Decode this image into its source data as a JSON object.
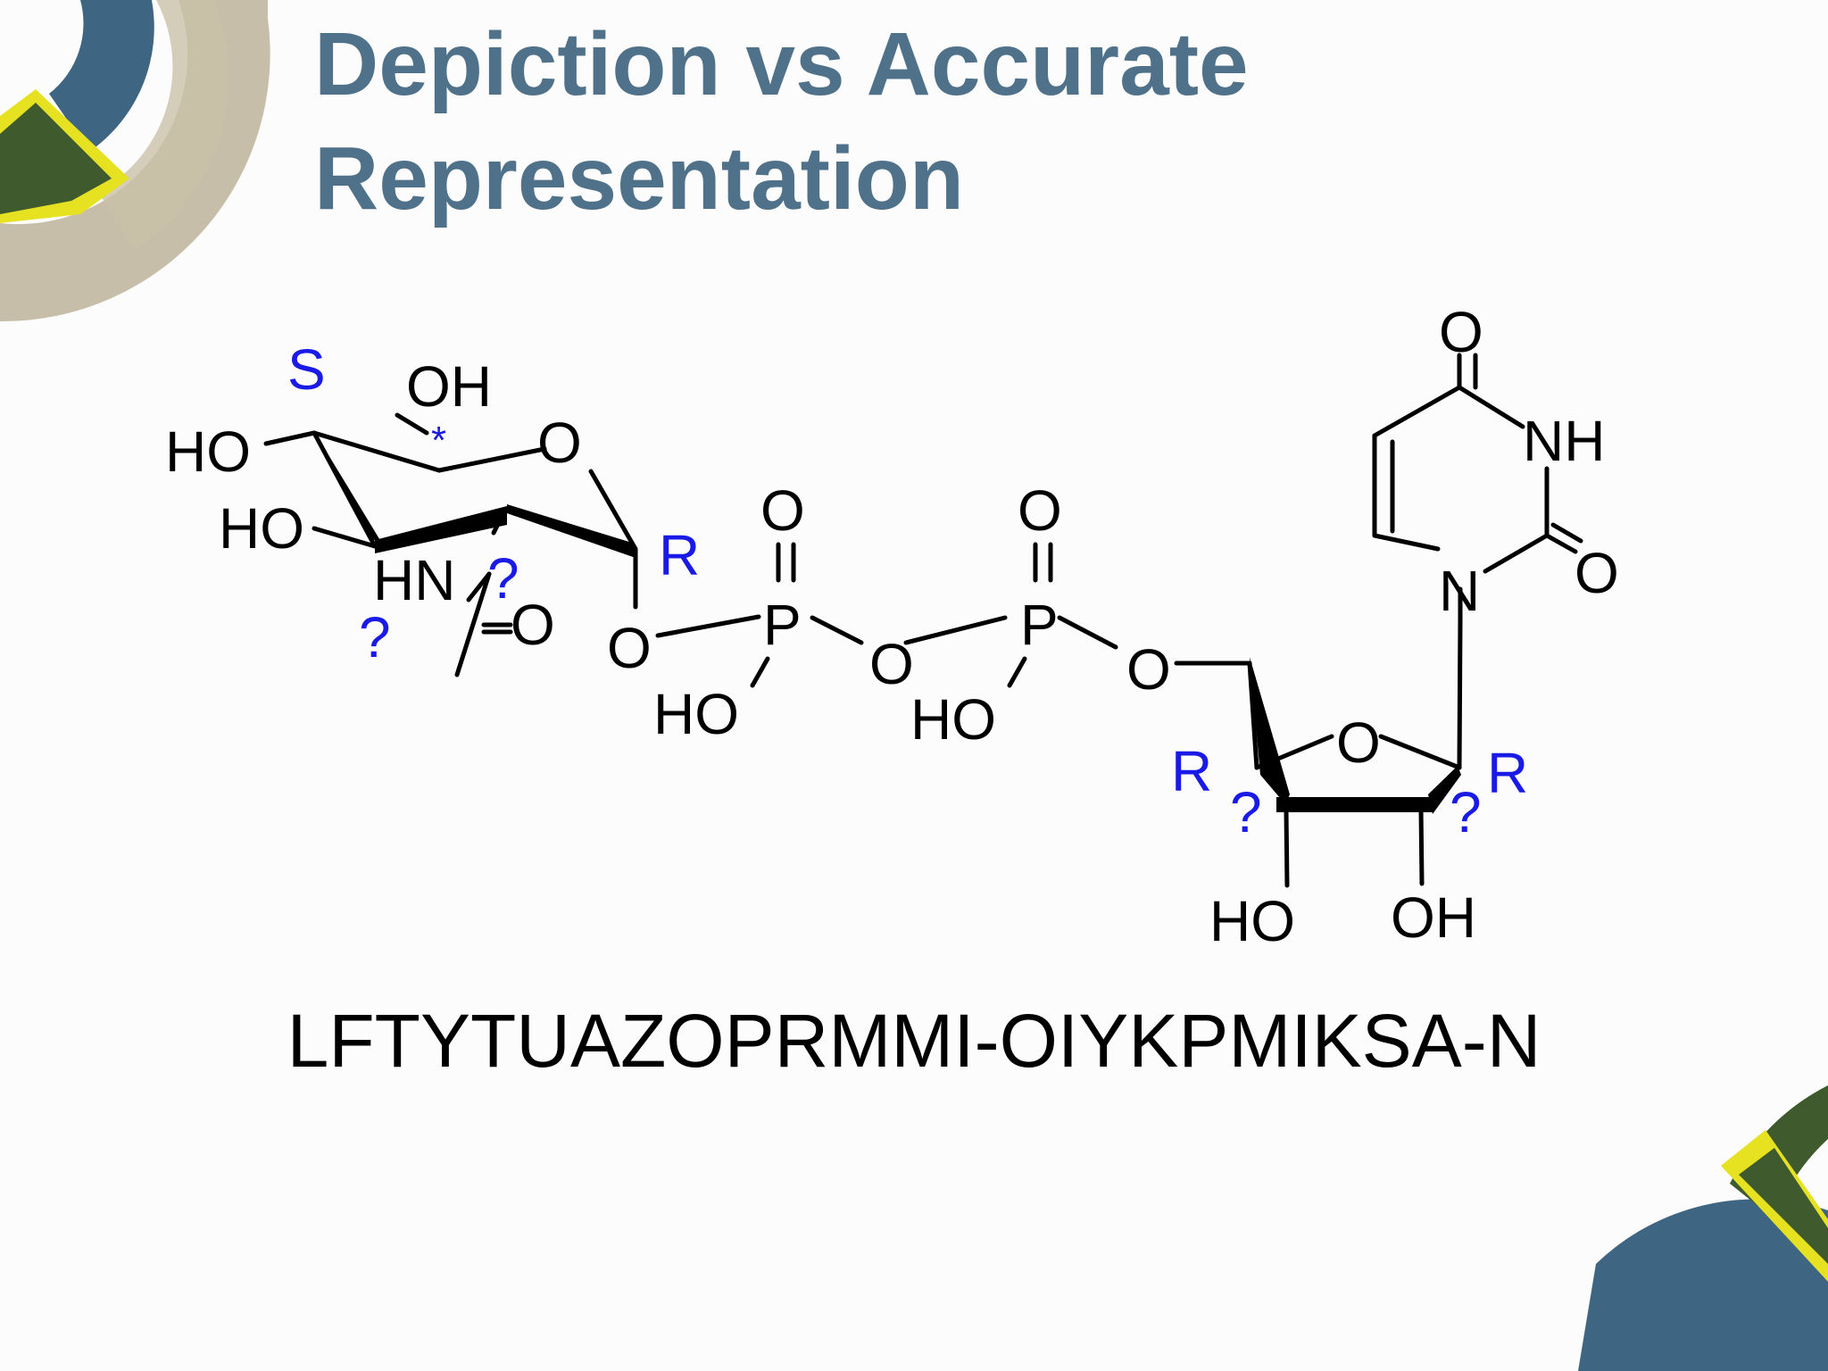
{
  "slide": {
    "title_line_1": "Depiction vs Accurate",
    "title_line_2": "Representation",
    "inchikey": "LFTYTUAZOPRMMI-OIYKPMIKSA-N"
  },
  "colors": {
    "title": "#4f7189",
    "annotation": "#1a1ae6",
    "deco_blue": "#3e6581",
    "deco_green": "#3f5a2c",
    "deco_yellow": "#e6e222",
    "deco_tan": "#b4aa8e"
  },
  "structure": {
    "atoms": {
      "oh_top": "OH",
      "ho_c4": "HO",
      "ho_c3": "HO",
      "ring_o_sugar": "O",
      "hn": "HN",
      "acetyl_o": "O",
      "anomeric_o": "O",
      "p1": "P",
      "p1_o": "O",
      "p1_ho": "HO",
      "bridge_o": "O",
      "p2": "P",
      "p2_o": "O",
      "p2_ho": "HO",
      "ester_o": "O",
      "ribose_o": "O",
      "ribose_ho": "HO",
      "ribose_oh": "OH",
      "uracil_n1": "N",
      "uracil_nh": "NH",
      "uracil_o4": "O",
      "uracil_o2": "O"
    },
    "annotations": {
      "s_label": "S",
      "star": "*",
      "r_anomeric": "R",
      "q_c2": "?",
      "q_c3": "?",
      "r_ribose_c4": "R",
      "q_ribose_c3": "?",
      "r_ribose_c1": "R",
      "q_ribose_c2": "?"
    }
  }
}
